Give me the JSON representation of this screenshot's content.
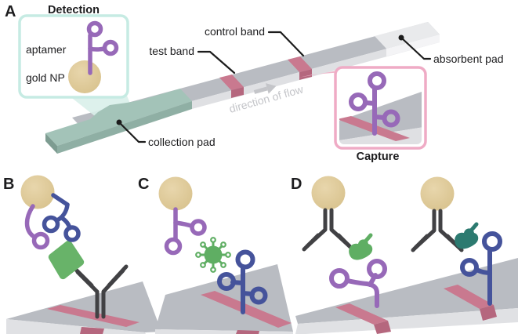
{
  "figure": {
    "panel_a": {
      "letter": "A",
      "detection": {
        "title": "Detection",
        "aptamer_label": "aptamer",
        "gold_np_label": "gold NP"
      },
      "labels": {
        "test_band": "test band",
        "control_band": "control band",
        "absorbent_pad": "absorbent pad",
        "collection_pad": "collection pad"
      },
      "flow_label": "direction of flow",
      "capture": {
        "title": "Capture"
      }
    },
    "panel_b": {
      "letter": "B"
    },
    "panel_c": {
      "letter": "C"
    },
    "panel_d": {
      "letter": "D"
    },
    "colors": {
      "aptamer_purple": "#9769b8",
      "aptamer_blue": "#45539b",
      "gold_np": "#decb9c",
      "band_pink": "#c9798f",
      "band_pink_dark": "#b5677e",
      "collection_pad_teal": "#a3c3b8",
      "strip_gray": "#b9bcc2",
      "strip_gray_light": "#dfe0e3",
      "absorbent_gray": "#e9eaec",
      "analyte_green": "#68b369",
      "analyte_green_light": "#5fae63",
      "analyte_teal": "#2c7a70",
      "antibody_dark": "#414144",
      "detection_border": "#c6ebe3",
      "capture_border": "#efabc5",
      "flow_text_gray": "#c4c5c9"
    }
  }
}
